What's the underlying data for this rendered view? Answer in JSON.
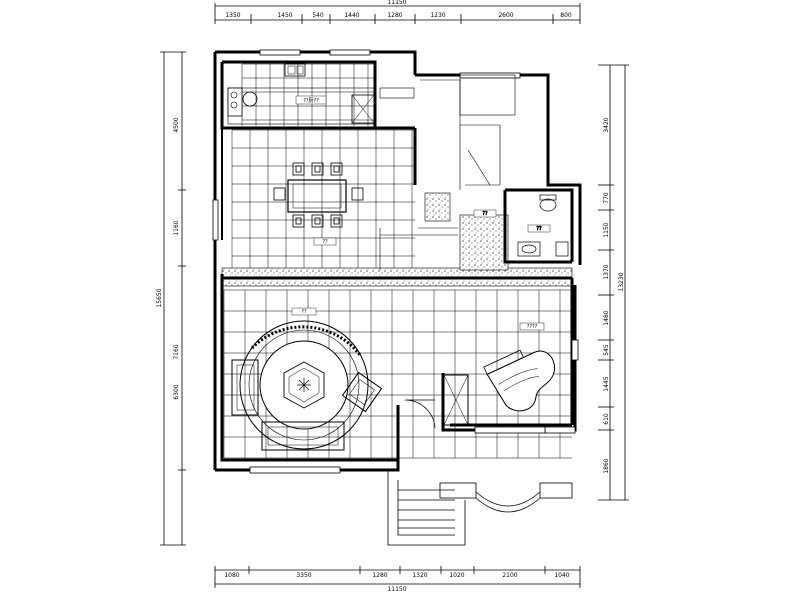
{
  "top_dimensions": [
    "1350",
    "1450",
    "540",
    "1440",
    "1280",
    "1230",
    "2600",
    "800"
  ],
  "top_total": "11150",
  "bottom_dimensions": [
    "1080",
    "3350",
    "1280",
    "1320",
    "1020",
    "2100",
    "1040"
  ],
  "bottom_total": "11150",
  "left_dimensions": [
    "4500",
    "1160",
    "7160",
    "6300"
  ],
  "left_total": "15650",
  "right_dimensions": [
    "3420",
    "770",
    "1150",
    "1370",
    "1480",
    "545",
    "1445",
    "610",
    "1860"
  ],
  "right_total": "13230",
  "room_labels": {
    "kitchen": "??厨??",
    "dining": "??",
    "stair": "??",
    "bath": "??",
    "living": "??",
    "study": "????"
  },
  "colors": {
    "ink": "#000000",
    "paper": "#ffffff"
  }
}
